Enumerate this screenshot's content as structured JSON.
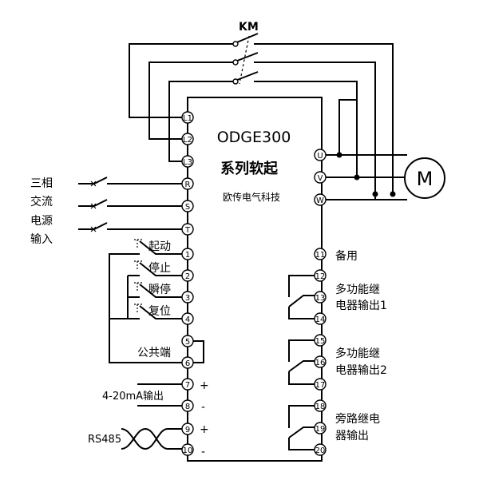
{
  "contactor_label": "KM",
  "title_model": "ODGE300",
  "title_series": "系列软起",
  "manufacturer": "欧传电气科技",
  "motor_label": "M",
  "power_input_labels": [
    "三相",
    "交流",
    "电源",
    "输入"
  ],
  "terminals": {
    "L1": "L1",
    "L2": "L2",
    "L3": "L3",
    "R": "R",
    "S": "S",
    "T": "T",
    "U": "U",
    "V": "V",
    "W": "W",
    "t1": "1",
    "t2": "2",
    "t3": "3",
    "t4": "4",
    "t5": "5",
    "t6": "6",
    "t7": "7",
    "t8": "8",
    "t9": "9",
    "t10": "10",
    "t11": "11",
    "t12": "12",
    "t13": "13",
    "t14": "14",
    "t15": "15",
    "t16": "16",
    "t17": "17",
    "t18": "18",
    "t19": "19",
    "t20": "20"
  },
  "control_inputs": {
    "start": "起动",
    "stop": "停止",
    "instant_stop": "瞬停",
    "reset": "复位",
    "common": "公共端"
  },
  "analog_output": {
    "label": "4-20mA输出",
    "plus": "+",
    "minus": "-"
  },
  "rs485": {
    "label": "RS485",
    "plus": "+",
    "minus": "-"
  },
  "outputs": {
    "spare": "备用",
    "relay1_line1": "多功能继",
    "relay1_line2": "电器输出1",
    "relay2_line1": "多功能继",
    "relay2_line2": "电器输出2",
    "bypass_line1": "旁路继电",
    "bypass_line2": "器输出"
  }
}
